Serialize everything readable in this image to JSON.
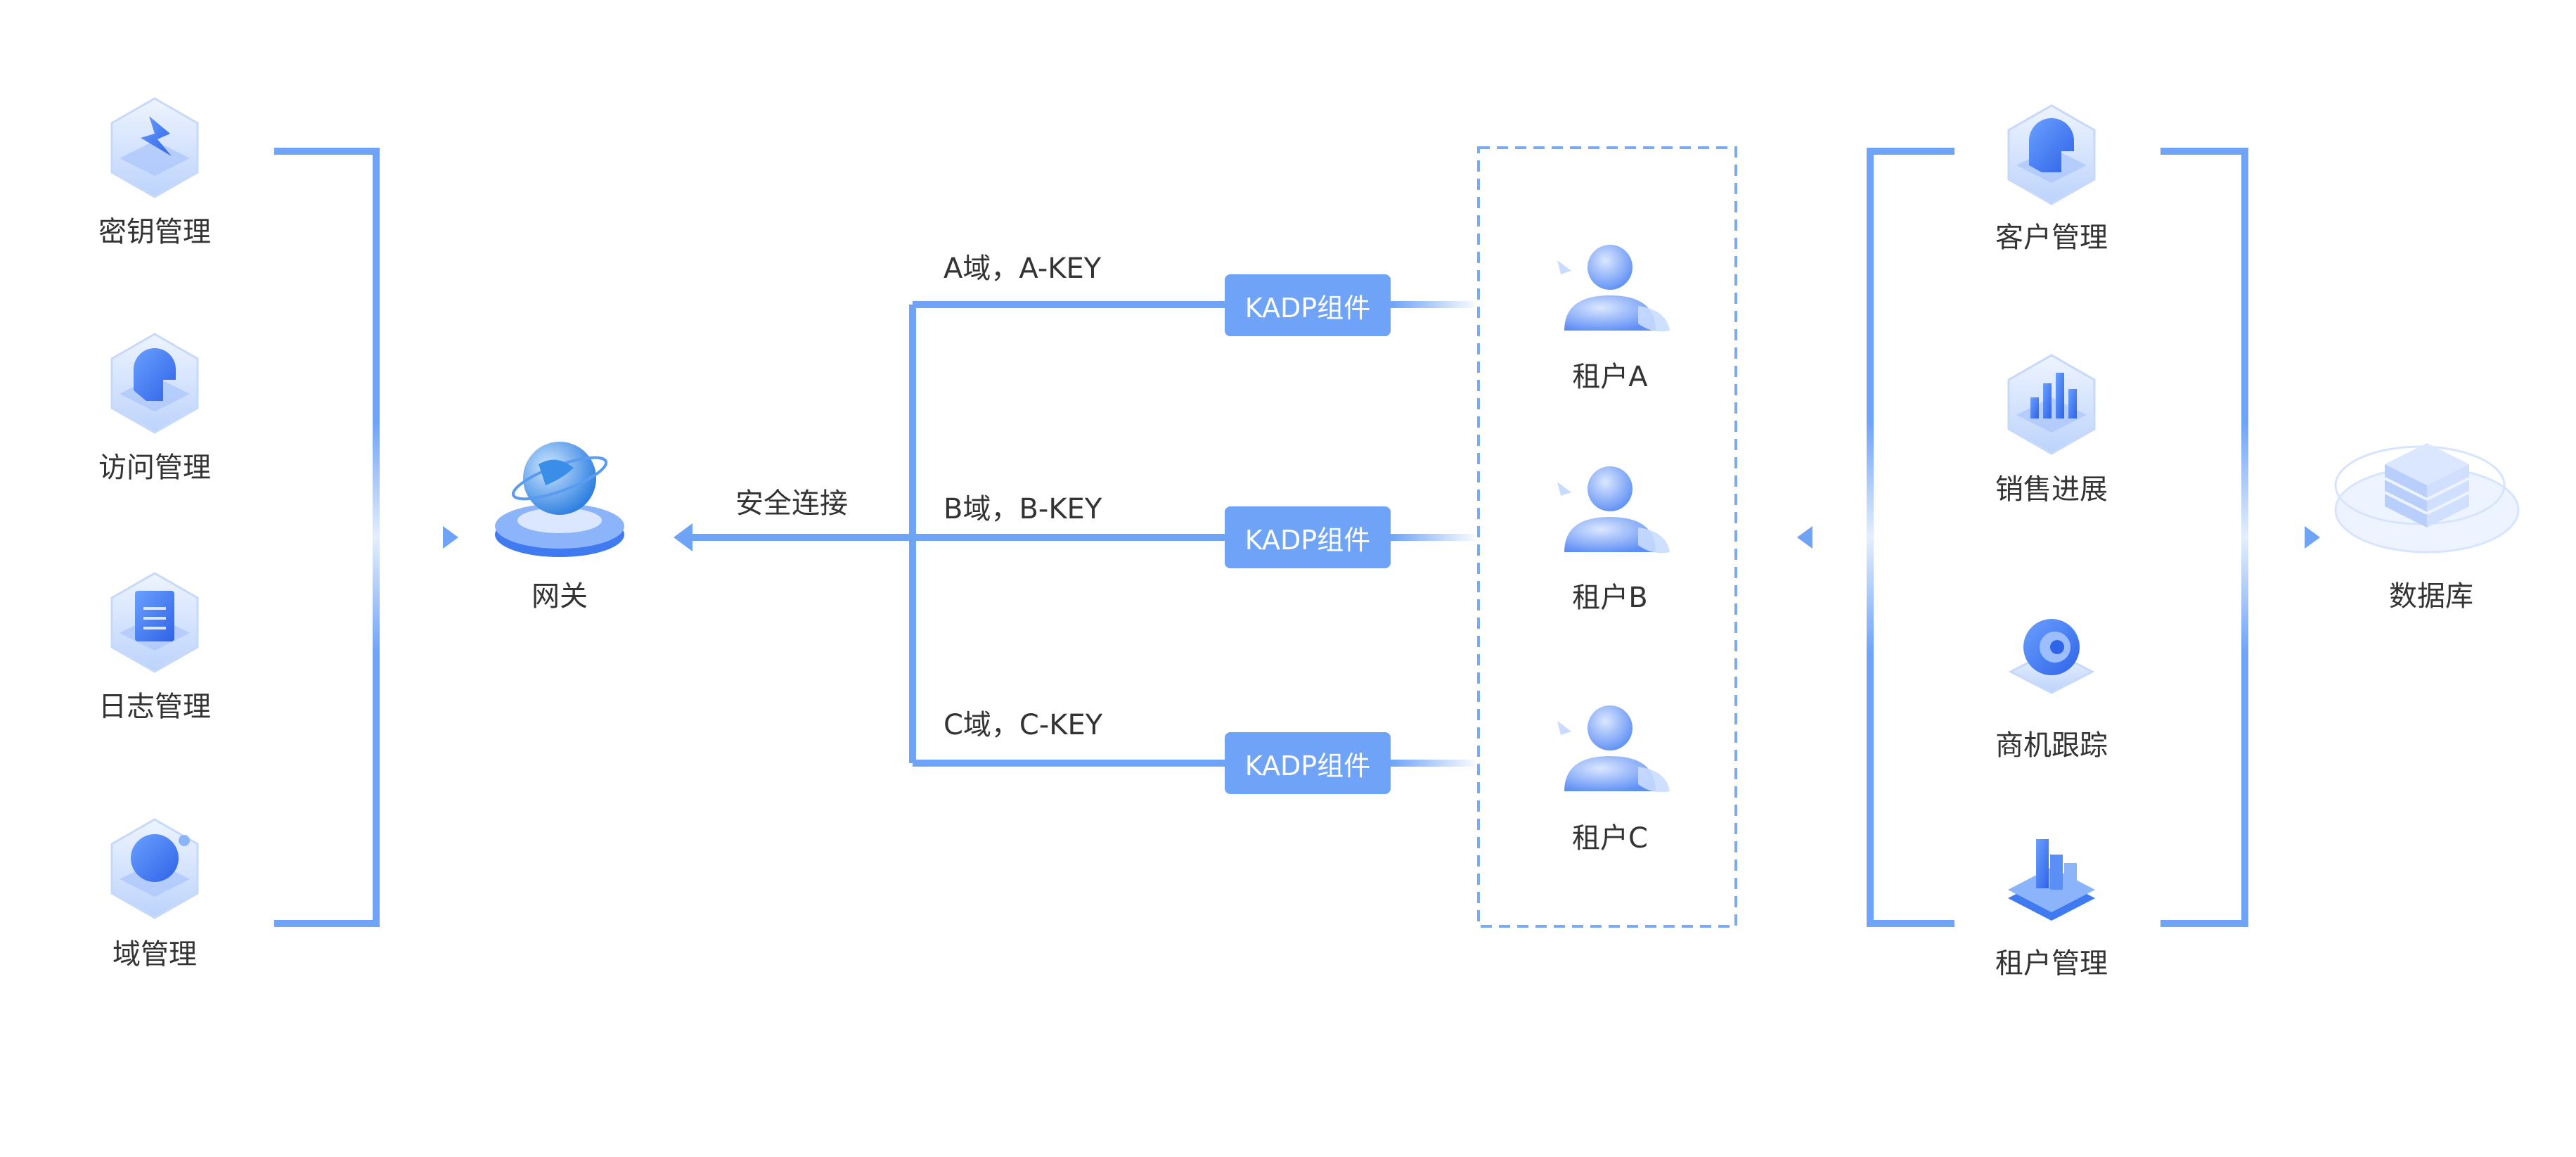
{
  "left_modules": [
    "密钥管理",
    "访问管理",
    "日志管理",
    "域管理"
  ],
  "gateway": "网关",
  "secure_connection": "安全连接",
  "domains": [
    "A域，A-KEY",
    "B域，B-KEY",
    "C域，C-KEY"
  ],
  "component": "KADP组件",
  "tenants": [
    "租户A",
    "租户B",
    "租户C"
  ],
  "right_modules": [
    "客户管理",
    "销售进展",
    "商机跟踪",
    "租户管理"
  ],
  "database": "数据库",
  "colors": {
    "primary": "#6ea3f7",
    "dashed": "#7aaaf5",
    "label": "#333333"
  }
}
